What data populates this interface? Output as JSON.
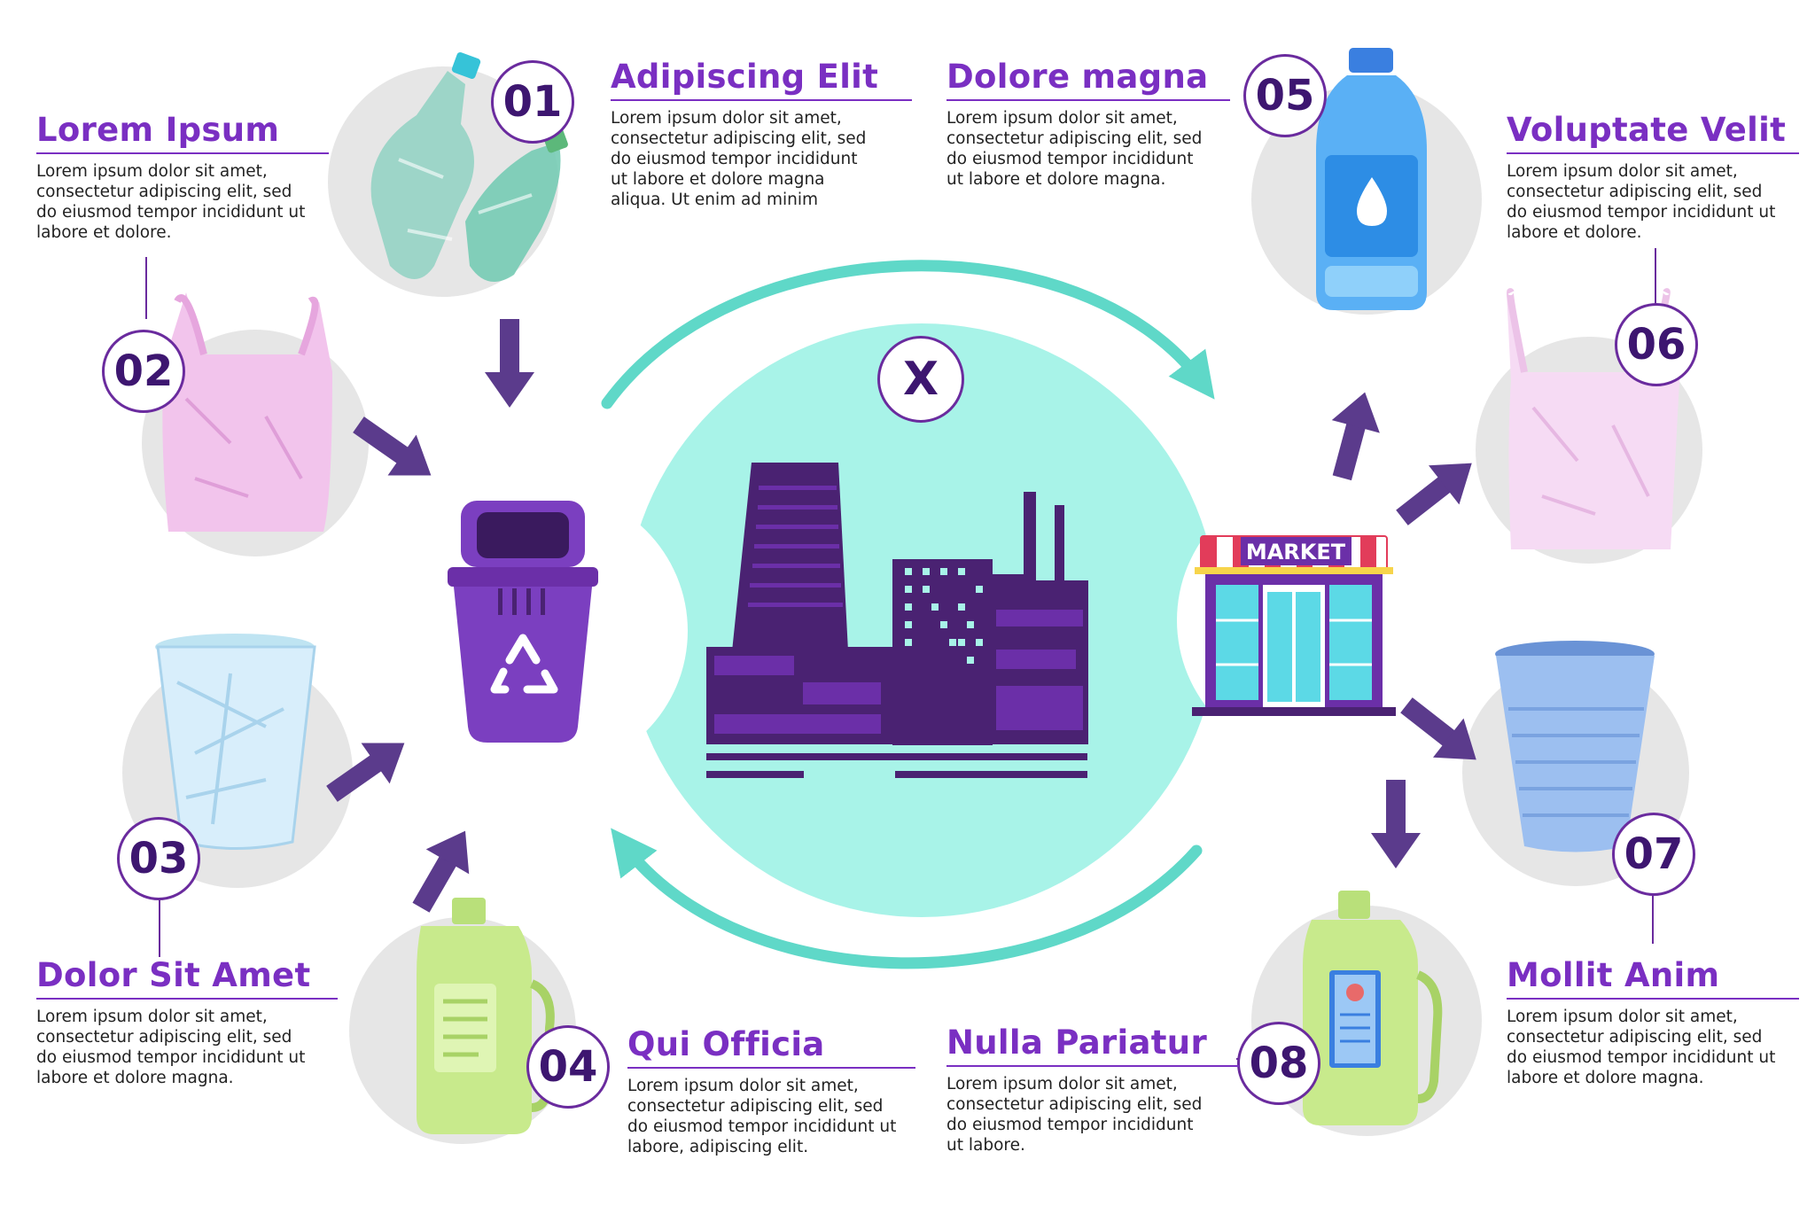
{
  "colors": {
    "purple_dark": "#4a2272",
    "purple_mid": "#6b2fa8",
    "title_purple": "#7a2fc2",
    "teal_light": "#a8f3e8",
    "teal_arrow": "#5fd8c8",
    "grey_disc": "#e6e6e6"
  },
  "center": {
    "symbol": "X",
    "market_sign": "MARKET"
  },
  "steps": [
    {
      "number": "01",
      "title": "Adipiscing Elit",
      "text": "Lorem ipsum dolor sit amet,\nconsectetur adipiscing elit, sed\ndo eiusmod tempor incididunt\nut labore et dolore magna\naliqua. Ut enim ad minim",
      "item": "crushed-plastic-bottles"
    },
    {
      "number": "02",
      "title": "Lorem Ipsum",
      "text": "Lorem ipsum dolor sit amet,\nconsectetur adipiscing elit, sed\ndo eiusmod tempor incididunt ut\nlabore et dolore.",
      "item": "pink-plastic-bag"
    },
    {
      "number": "03",
      "title": "Dolor Sit Amet",
      "text": "Lorem ipsum dolor sit amet,\nconsectetur adipiscing elit, sed\ndo eiusmod tempor incididunt ut\nlabore et dolore magna.",
      "item": "crushed-plastic-cup"
    },
    {
      "number": "04",
      "title": "Qui Officia",
      "text": "Lorem ipsum dolor sit amet,\nconsectetur adipiscing elit, sed\ndo eiusmod tempor incididunt ut\nlabore, adipiscing elit.",
      "item": "green-detergent-bottle"
    },
    {
      "number": "05",
      "title": "Dolore magna",
      "text": "Lorem ipsum dolor sit amet,\nconsectetur adipiscing elit, sed\ndo eiusmod tempor incididunt\nut labore et dolore magna.",
      "item": "blue-water-bottle"
    },
    {
      "number": "06",
      "title": "Voluptate Velit",
      "text": "Lorem ipsum dolor sit amet,\nconsectetur adipiscing elit, sed\ndo eiusmod tempor incididunt ut\nlabore et dolore.",
      "item": "pink-plastic-bag"
    },
    {
      "number": "07",
      "title": "Mollit Anim",
      "text": "Lorem ipsum dolor sit amet,\nconsectetur adipiscing elit, sed\ndo eiusmod tempor incididunt ut\nlabore et dolore magna.",
      "item": "blue-plastic-cup"
    },
    {
      "number": "08",
      "title": "Nulla Pariatur",
      "text": "Lorem ipsum dolor sit amet,\nconsectetur adipiscing elit, sed\ndo eiusmod tempor incididunt\nut labore.",
      "item": "green-detergent-bottle"
    }
  ]
}
